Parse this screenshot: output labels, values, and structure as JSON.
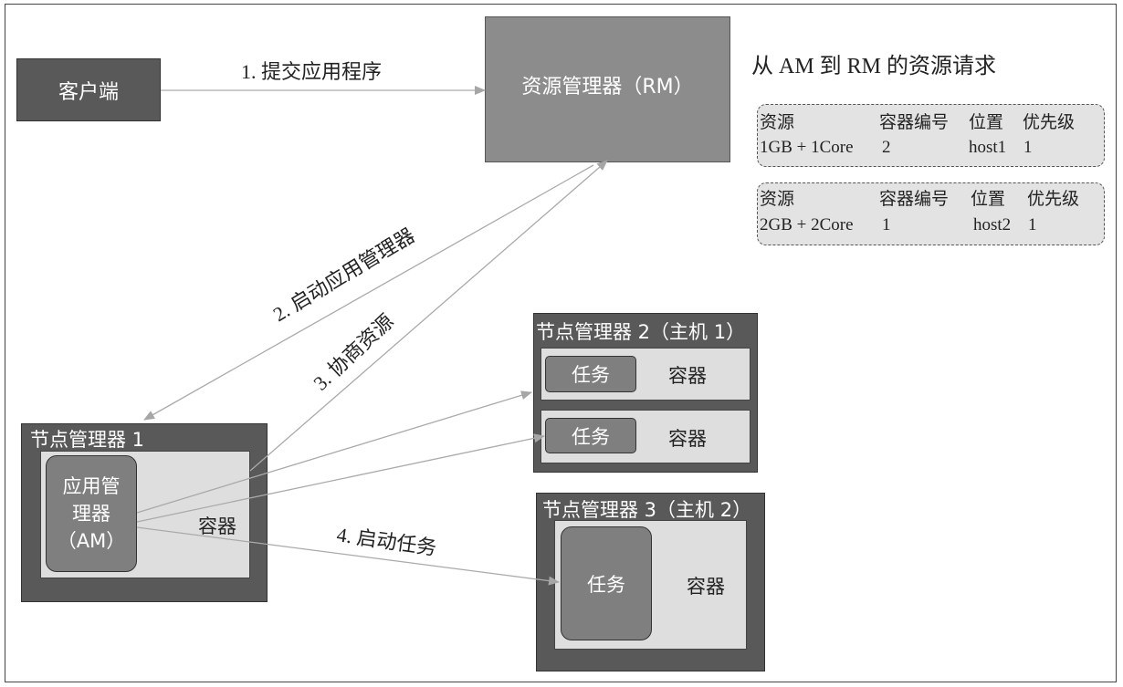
{
  "client": {
    "label": "客户端"
  },
  "resource_manager": {
    "label": "资源管理器（RM）"
  },
  "request_panel": {
    "title": "从 AM 到 RM 的资源请求",
    "headers": [
      "资源",
      "容器编号",
      "位置",
      "优先级"
    ],
    "requests": [
      {
        "resource": "1GB + 1Core",
        "container_id": "2",
        "location": "host1",
        "priority": "1"
      },
      {
        "resource": "2GB + 2Core",
        "container_id": "1",
        "location": "host2",
        "priority": "1"
      }
    ]
  },
  "node_manager_1": {
    "title": "节点管理器 1",
    "app_master": {
      "line1": "应用管",
      "line2": "理器",
      "line3": "（AM）"
    },
    "container_label": "容器"
  },
  "node_manager_2": {
    "title": "节点管理器 2（主机 1）",
    "containers": [
      {
        "task": "任务",
        "container": "容器"
      },
      {
        "task": "任务",
        "container": "容器"
      }
    ]
  },
  "node_manager_3": {
    "title": "节点管理器 3（主机 2）",
    "task": "任务",
    "container": "容器"
  },
  "arrows": {
    "submit": "1. 提交应用程序",
    "launch_am": "2. 启动应用管理器",
    "negotiate": "3. 协商资源",
    "launch_task": "4. 启动任务"
  },
  "colors": {
    "dark_gray": "#595959",
    "mid_gray": "#7f7f7f",
    "rm_gray": "#8c8c8c",
    "light_gray": "#dedede",
    "arrow": "#aaaaaa"
  }
}
